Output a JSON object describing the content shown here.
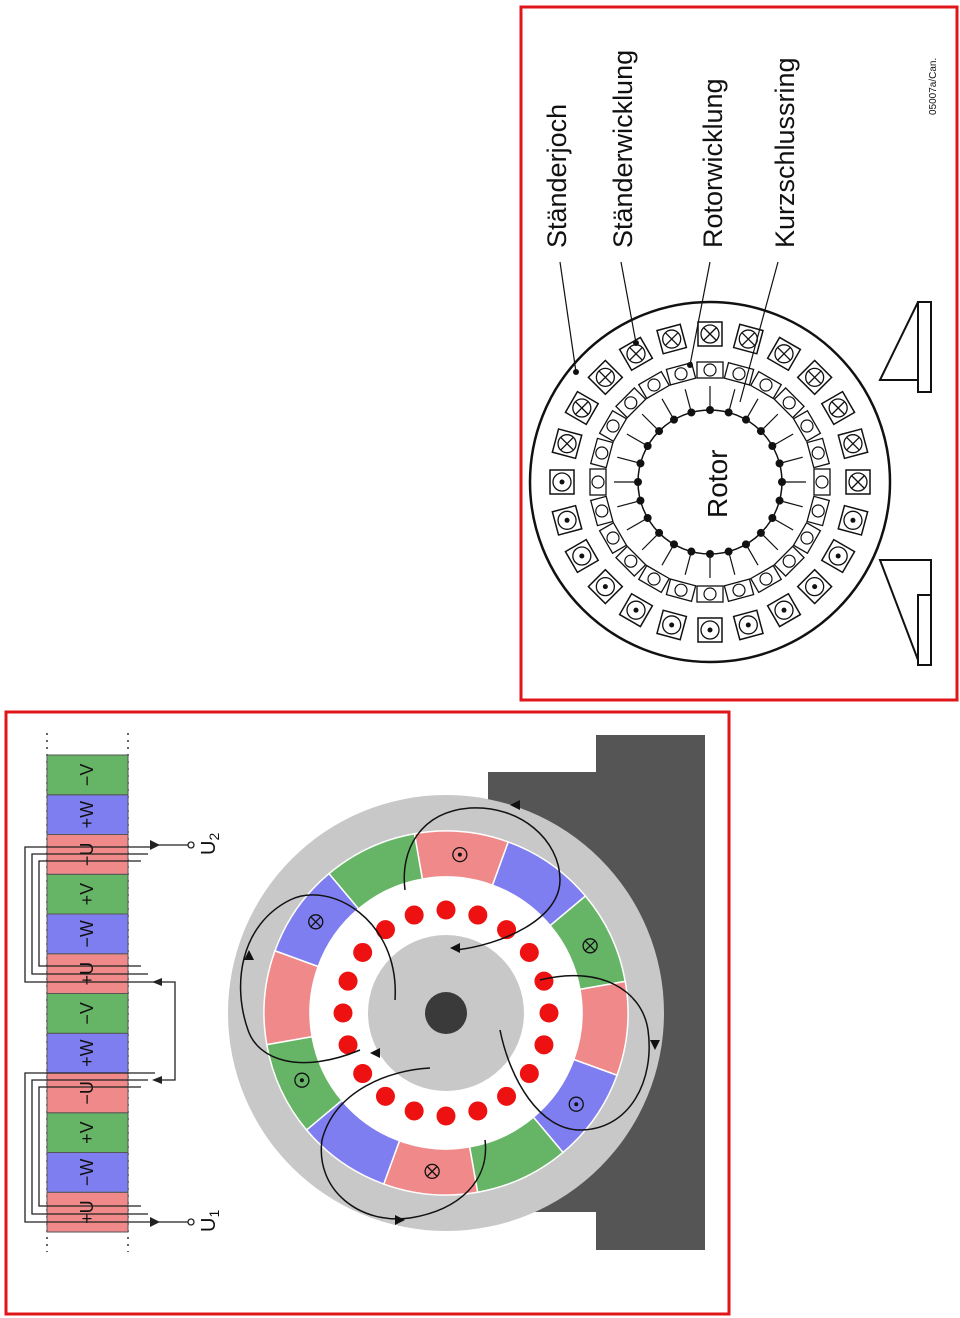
{
  "colors": {
    "frame": "#e0161a",
    "phase_u": "#f08a8a",
    "phase_v": "#66b566",
    "phase_w": "#7e7ef0",
    "rotor_bar": "#ee1111",
    "housing": "#555555",
    "stator_gray": "#c8c8c8"
  },
  "left_panel": {
    "winding_strip": [
      "+U",
      "−W",
      "+V",
      "−U",
      "+W",
      "−V",
      "+U",
      "−W",
      "+V",
      "−U",
      "+W",
      "−V"
    ],
    "terminal_1": "U",
    "terminal_1_sub": "1",
    "terminal_2": "U",
    "terminal_2_sub": "2",
    "conductor_symbols": {
      "dot": "⊙",
      "cross": "⊗"
    }
  },
  "right_panel": {
    "labels": [
      "Ständerjoch",
      "Ständerwicklung",
      "Rotorwicklung",
      "Kurzschlussring"
    ],
    "rotor_label": "Rotor",
    "code": "05007a/Can."
  }
}
